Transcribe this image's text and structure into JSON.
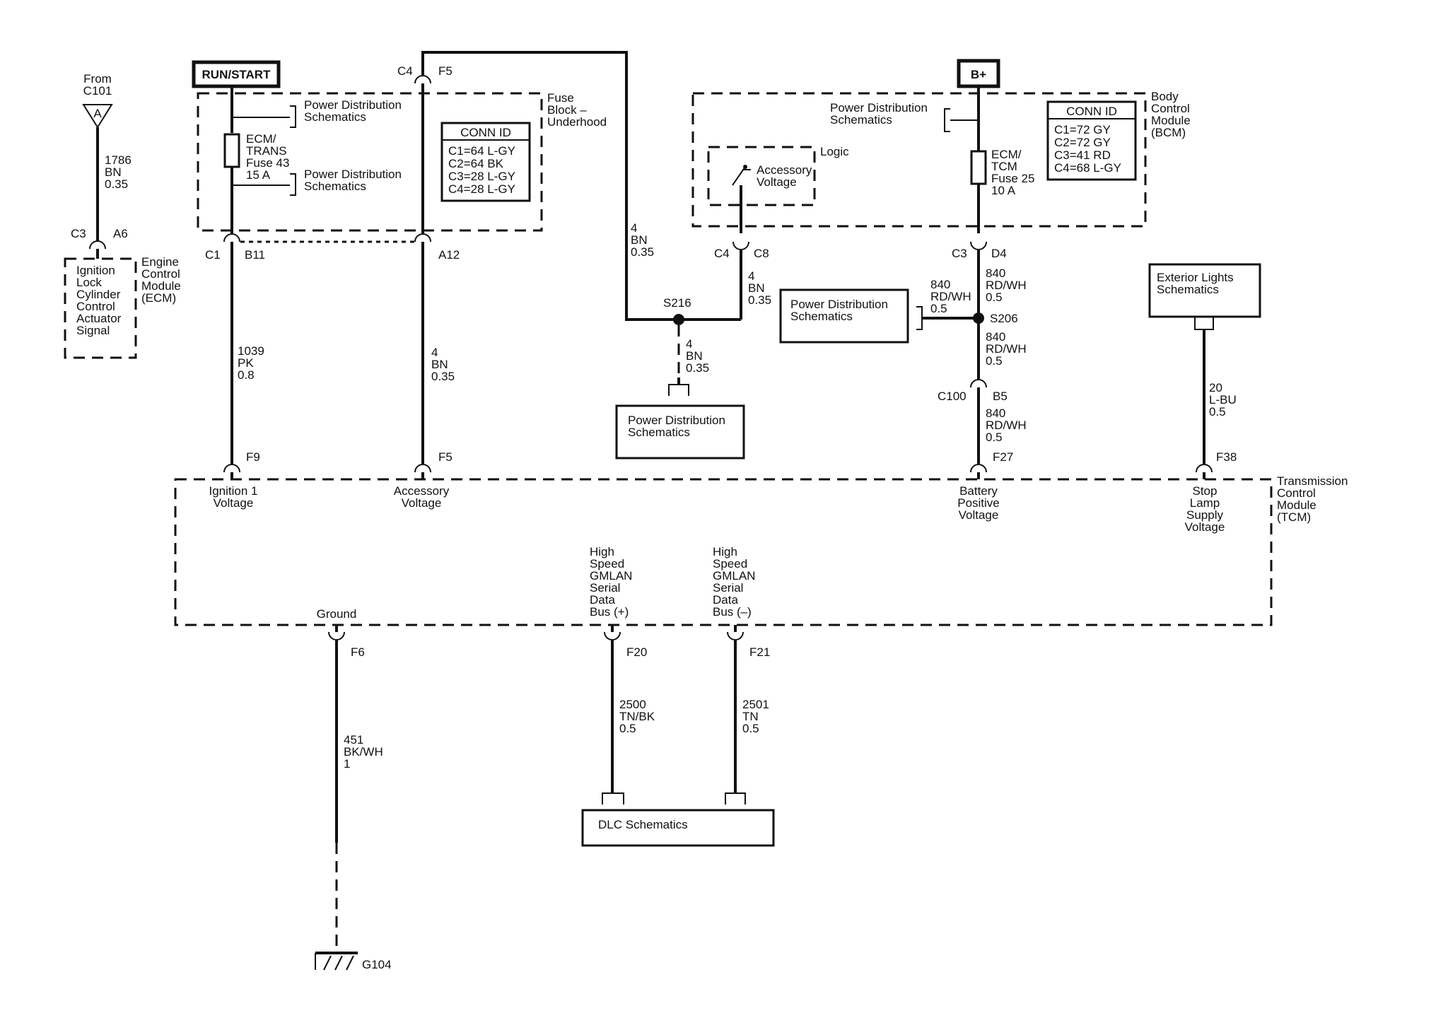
{
  "supplies": {
    "run_start": "RUN/START",
    "b_plus": "B+"
  },
  "fuse_block": {
    "label": [
      "Fuse",
      "Block –",
      "Underhood"
    ]
  },
  "bcm": {
    "label": [
      "Body",
      "Control",
      "Module",
      "(BCM)"
    ]
  },
  "ecm": {
    "label": [
      "Engine",
      "Control",
      "Module",
      "(ECM)"
    ]
  },
  "tcm": {
    "label": [
      "Transmission",
      "Control",
      "Module",
      "(TCM)"
    ]
  },
  "conn_id_fuse": {
    "title": "CONN ID",
    "rows": [
      "C1=64 L-GY",
      "C2=64 BK",
      "C3=28 L-GY",
      "C4=28 L-GY"
    ]
  },
  "conn_id_bcm": {
    "title": "CONN ID",
    "rows": [
      "C1=72 GY",
      "C2=72 GY",
      "C3=41 RD",
      "C4=68 L-GY"
    ]
  },
  "fuses": {
    "ecm_trans": [
      "ECM/",
      "TRANS",
      "Fuse 43",
      "15 A"
    ],
    "ecm_tcm": [
      "ECM/",
      "TCM",
      "Fuse 25",
      "10 A"
    ]
  },
  "refs": {
    "pds": [
      "Power Distribution",
      "Schematics"
    ],
    "exterior_lights": [
      "Exterior Lights",
      "Schematics"
    ],
    "dlc": "DLC Schematics"
  },
  "from_c101": [
    "From",
    "C101"
  ],
  "from_c101_letter": "A",
  "logic": "Logic",
  "accessory_voltage_bcm": [
    "Accessory",
    "Voltage"
  ],
  "ecm_signal": [
    "Ignition",
    "Lock",
    "Cylinder",
    "Control",
    "Actuator",
    "Signal"
  ],
  "wires": {
    "w1786": [
      "1786",
      "BN",
      "0.35"
    ],
    "w1039": [
      "1039",
      "PK",
      "0.8"
    ],
    "w4a": [
      "4",
      "BN",
      "0.35"
    ],
    "w4b": [
      "4",
      "BN",
      "0.35"
    ],
    "w4c": [
      "4",
      "BN",
      "0.35"
    ],
    "w4d": [
      "4",
      "BN",
      "0.35"
    ],
    "w840a": [
      "840",
      "RD/WH",
      "0.5"
    ],
    "w840b": [
      "840",
      "RD/WH",
      "0.5"
    ],
    "w840c": [
      "840",
      "RD/WH",
      "0.5"
    ],
    "w840d": [
      "840",
      "RD/WH",
      "0.5"
    ],
    "w20": [
      "20",
      "L-BU",
      "0.5"
    ],
    "w451": [
      "451",
      "BK/WH",
      "1"
    ],
    "w2500": [
      "2500",
      "TN/BK",
      "0.5"
    ],
    "w2501": [
      "2501",
      "TN",
      "0.5"
    ]
  },
  "connectors": {
    "c3_ecm": "C3",
    "a6": "A6",
    "c1": "C1",
    "b11": "B11",
    "a12": "A12",
    "c4_fuse": "C4",
    "f5_fuse": "F5",
    "c4_bcm": "C4",
    "c8": "C8",
    "c3_bcm": "C3",
    "d4": "D4",
    "c100": "C100",
    "b5": "B5",
    "f9": "F9",
    "f5_tcm": "F5",
    "f27": "F27",
    "f38": "F38",
    "f6": "F6",
    "f20": "F20",
    "f21": "F21"
  },
  "splices": {
    "s216": "S216",
    "s206": "S206"
  },
  "ground": "G104",
  "tcm_pins": {
    "ign1": [
      "Ignition 1",
      "Voltage"
    ],
    "acc": [
      "Accessory",
      "Voltage"
    ],
    "batt": [
      "Battery",
      "Positive",
      "Voltage"
    ],
    "stop": [
      "Stop",
      "Lamp",
      "Supply",
      "Voltage"
    ],
    "ground": "Ground",
    "gmlan_p": [
      "High",
      "Speed",
      "GMLAN",
      "Serial",
      "Data",
      "Bus (+)"
    ],
    "gmlan_n": [
      "High",
      "Speed",
      "GMLAN",
      "Serial",
      "Data",
      "Bus (–)"
    ]
  }
}
